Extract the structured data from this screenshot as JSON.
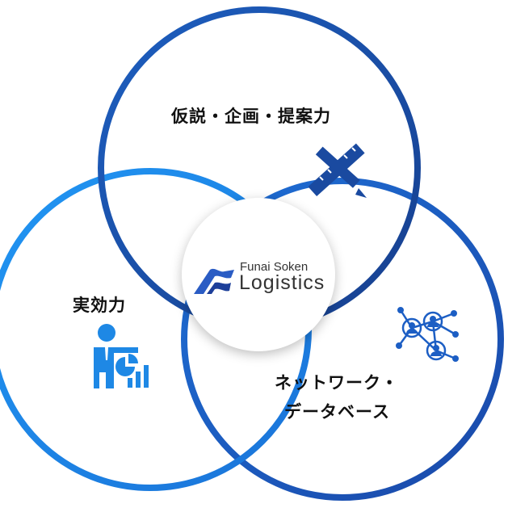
{
  "circles": [
    {
      "label": "仮説・企画・提案力",
      "icon": "pencil-ruler-icon",
      "color": "#1a4aa0"
    },
    {
      "label": "実効力",
      "icon": "presenter-chart-icon",
      "color": "#1e88e5"
    },
    {
      "label_line1": "ネットワーク・",
      "label_line2": "データベース",
      "icon": "network-people-icon",
      "color": "#1c5ec4"
    }
  ],
  "logo": {
    "line1": "Funai Soken",
    "line2": "Logistics",
    "accent": "#e0004d"
  }
}
